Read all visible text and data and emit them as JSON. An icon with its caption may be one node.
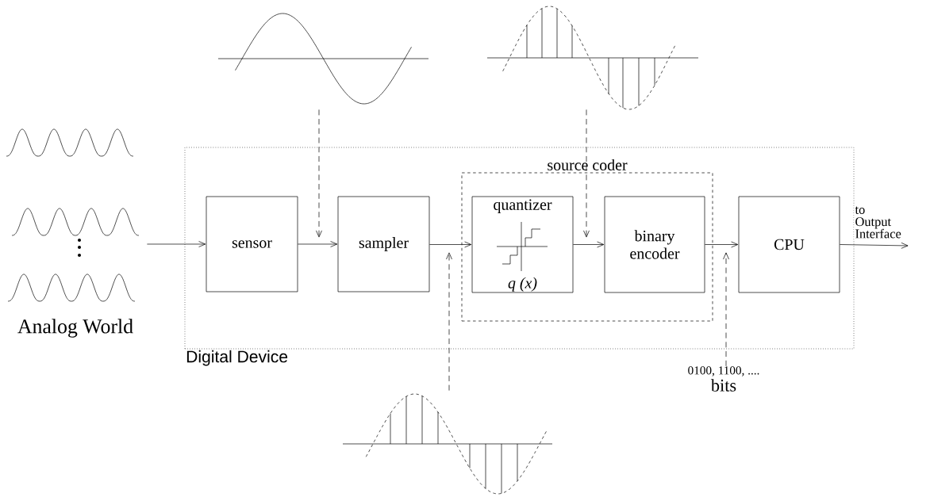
{
  "diagram": {
    "nodes": [
      {
        "text": [
          "Digital Device"
        ]
      },
      {
        "text": [
          "source coder"
        ],
        "in": 0
      },
      {
        "text": [
          "sensor"
        ],
        "in": 0
      },
      {
        "text": [
          "sampler"
        ],
        "in": 0
      },
      {
        "text": [
          "quantizer",
          "q (x)"
        ],
        "in": 1
      },
      {
        "text": [
          "binary encoder"
        ],
        "in": 1
      },
      {
        "text": [
          "CPU"
        ],
        "in": 0
      },
      {
        "text": [],
        "shape": "picture",
        "beside": [
          "Analog World"
        ]
      },
      {
        "text": [],
        "shape": "picture"
      },
      {
        "text": [],
        "shape": "picture"
      },
      {
        "text": [],
        "shape": "picture"
      },
      {
        "text": [
          "0100, 1100, ....",
          "bits"
        ]
      }
    ],
    "edges": [
      {
        "from": 7,
        "to": 2,
        "arrow": "to"
      },
      {
        "from": 2,
        "to": 3,
        "arrow": "to"
      },
      {
        "from": 3,
        "to": 4,
        "arrow": "to"
      },
      {
        "from": 4,
        "to": 5,
        "arrow": "to"
      },
      {
        "from": 5,
        "to": 6,
        "arrow": "to"
      },
      {
        "from": 6,
        "to": null,
        "arrow": "to",
        "label": "to Output Interface"
      },
      {
        "from": 8,
        "to": null,
        "arrow": "to",
        "style": "dashed"
      },
      {
        "from": 9,
        "to": 1,
        "arrow": "to",
        "style": "dashed"
      },
      {
        "from": 10,
        "to": 4,
        "arrow": "to",
        "style": "dashed"
      },
      {
        "from": 11,
        "to": 6,
        "arrow": "to",
        "style": "dashed"
      }
    ]
  }
}
